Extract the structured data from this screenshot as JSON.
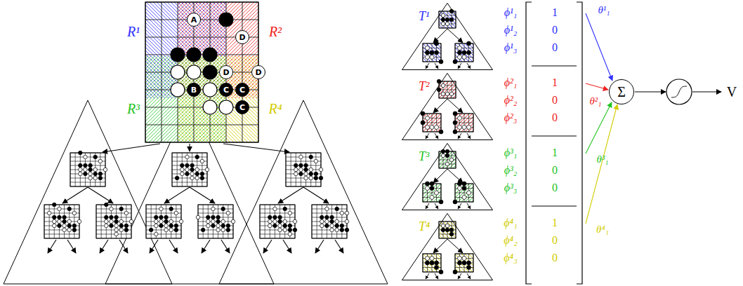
{
  "diagram": {
    "nodes": [
      {
        "text": [
          "A"
        ]
      },
      {
        "text": [
          "D"
        ]
      },
      {
        "text": [
          "D"
        ]
      },
      {
        "text": [
          "D"
        ]
      },
      {
        "text": [
          "B"
        ]
      },
      {
        "text": [
          "C"
        ]
      },
      {
        "text": [
          "C"
        ]
      },
      {
        "text": [
          "C"
        ]
      },
      {
        "text": [
          "T¹"
        ]
      },
      {
        "text": [
          "T²"
        ]
      },
      {
        "text": [
          "T³"
        ]
      },
      {
        "text": [
          "T⁴"
        ]
      },
      {
        "text": [
          "Σ"
        ]
      }
    ],
    "labels": [
      "R¹",
      "R²",
      "R³",
      "R⁴",
      "ϕ¹₁",
      "ϕ¹₂",
      "ϕ¹₃",
      "ϕ²₁",
      "ϕ²₂",
      "ϕ²₃",
      "ϕ³₁",
      "ϕ³₂",
      "ϕ³₃",
      "ϕ⁴₁",
      "ϕ⁴₂",
      "ϕ⁴₃",
      "1",
      "0",
      "0",
      "1",
      "0",
      "0",
      "1",
      "0",
      "0",
      "1",
      "0",
      "0",
      "θ¹₁",
      "θ²₁",
      "θ³₁",
      "θ⁴₁",
      "V"
    ]
  }
}
